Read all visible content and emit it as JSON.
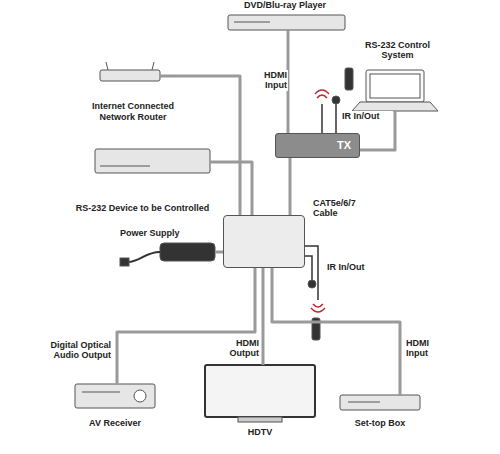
{
  "diagram": {
    "nodes": [
      {
        "text": [
          "DVD/Blu-ray Player"
        ]
      },
      {
        "text": [
          "RS-232 Control System"
        ]
      },
      {
        "text": [
          "Internet Connected Network Router"
        ]
      },
      {
        "text": [
          "TX"
        ]
      },
      {
        "text": [
          "RS-232 Device to be Controlled"
        ]
      },
      {
        "text": [
          "Power Supply"
        ]
      },
      {
        "text": []
      },
      {
        "text": [
          "AV Receiver"
        ]
      },
      {
        "text": [
          "HDTV"
        ]
      },
      {
        "text": [
          "Set-top Box"
        ]
      }
    ],
    "edges": [
      {
        "from": 0,
        "to": 3,
        "arrow": "none",
        "label": "HDMI Input"
      },
      {
        "from": 1,
        "to": 3,
        "arrow": "none"
      },
      {
        "from": 2,
        "to": 6,
        "arrow": "none"
      },
      {
        "from": 3,
        "to": 6,
        "arrow": "none",
        "label": "CAT5e/6/7 Cable"
      },
      {
        "from": 4,
        "to": 6,
        "arrow": "none"
      },
      {
        "from": 5,
        "to": 6,
        "arrow": "none"
      },
      {
        "from": 6,
        "to": 7,
        "arrow": "none",
        "label": "Digital Optical Audio Output"
      },
      {
        "from": 6,
        "to": 8,
        "arrow": "none",
        "label": "HDMI Output"
      },
      {
        "from": 6,
        "to": 9,
        "arrow": "none",
        "label": "HDMI Input"
      }
    ],
    "labels": [
      "IR In/Out",
      "IR In/Out"
    ]
  }
}
